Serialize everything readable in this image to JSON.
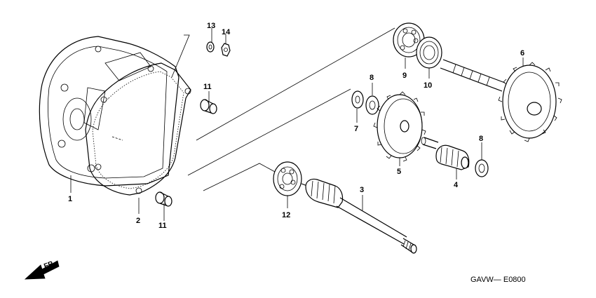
{
  "diagram": {
    "callouts": [
      {
        "id": "1",
        "text": "1"
      },
      {
        "id": "2",
        "text": "2"
      },
      {
        "id": "3",
        "text": "3"
      },
      {
        "id": "4",
        "text": "4"
      },
      {
        "id": "5",
        "text": "5"
      },
      {
        "id": "6",
        "text": "6"
      },
      {
        "id": "7",
        "text": "7"
      },
      {
        "id": "8a",
        "text": "8"
      },
      {
        "id": "8b",
        "text": "8"
      },
      {
        "id": "9",
        "text": "9"
      },
      {
        "id": "10",
        "text": "10"
      },
      {
        "id": "11a",
        "text": "11"
      },
      {
        "id": "11b",
        "text": "11"
      },
      {
        "id": "12",
        "text": "12"
      },
      {
        "id": "13",
        "text": "13"
      },
      {
        "id": "14",
        "text": "14"
      }
    ],
    "front_indicator": "FR.",
    "diagram_code": "GAVW— E0800"
  }
}
